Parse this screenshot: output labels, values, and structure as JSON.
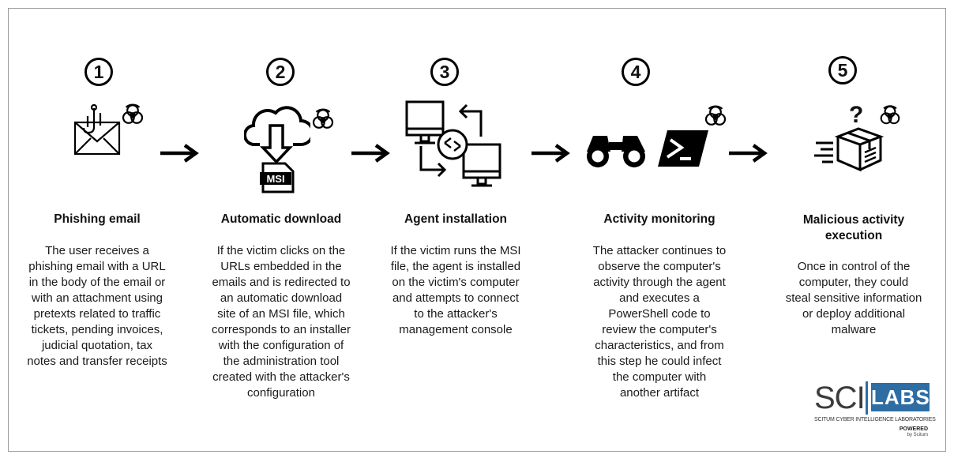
{
  "steps": [
    {
      "number": "1",
      "title": "Phishing email",
      "description": [
        "The user receives a",
        "phishing email with a URL",
        "in the body of the email or",
        "with an attachment using",
        "pretexts related to traffic",
        "tickets, pending invoices,",
        "judicial quotation, tax",
        "notes and transfer receipts"
      ],
      "icons": [
        "phishing-email-icon",
        "biohazard-icon"
      ]
    },
    {
      "number": "2",
      "title": "Automatic download",
      "description": [
        "If the victim clicks on the",
        "URLs embedded in the",
        "emails and is redirected to",
        "an automatic download",
        "site of an MSI file, which",
        "corresponds to an installer",
        "with the configuration of",
        "the administration tool",
        "created with the attacker's",
        "configuration"
      ],
      "icons": [
        "cloud-download-icon",
        "msi-file-icon",
        "biohazard-icon"
      ],
      "file_label": "MSI"
    },
    {
      "number": "3",
      "title": "Agent installation",
      "description": [
        "If the victim runs the MSI",
        "file, the agent is installed",
        "on the victim's computer",
        "and attempts to connect",
        "to the attacker's",
        "management console"
      ],
      "icons": [
        "remote-connection-icon"
      ]
    },
    {
      "number": "4",
      "title": "Activity monitoring",
      "description": [
        "The attacker continues to",
        "observe the computer's",
        "activity through the agent",
        "and executes a",
        "PowerShell code to",
        "review the computer's",
        "characteristics, and from",
        "this step he could infect",
        "the computer with",
        "another artifact"
      ],
      "icons": [
        "binoculars-icon",
        "powershell-icon",
        "biohazard-icon"
      ]
    },
    {
      "number": "5",
      "title": "Malicious activity execution",
      "title_lines": [
        "Malicious activity",
        "execution"
      ],
      "description": [
        "Once in control of the",
        "computer, they could",
        "steal sensitive information",
        "or deploy additional",
        "malware"
      ],
      "icons": [
        "unknown-package-icon",
        "question-mark-icon",
        "biohazard-icon"
      ],
      "icon_glyph": "?"
    }
  ],
  "logo": {
    "sci": "SCI",
    "labs": "LABS",
    "tagline": "SCITUM CYBER INTELLIGENCE LABORATORIES",
    "powered": "POWERED",
    "by": "by Scitum",
    "accent_color": "#2d6da3"
  }
}
